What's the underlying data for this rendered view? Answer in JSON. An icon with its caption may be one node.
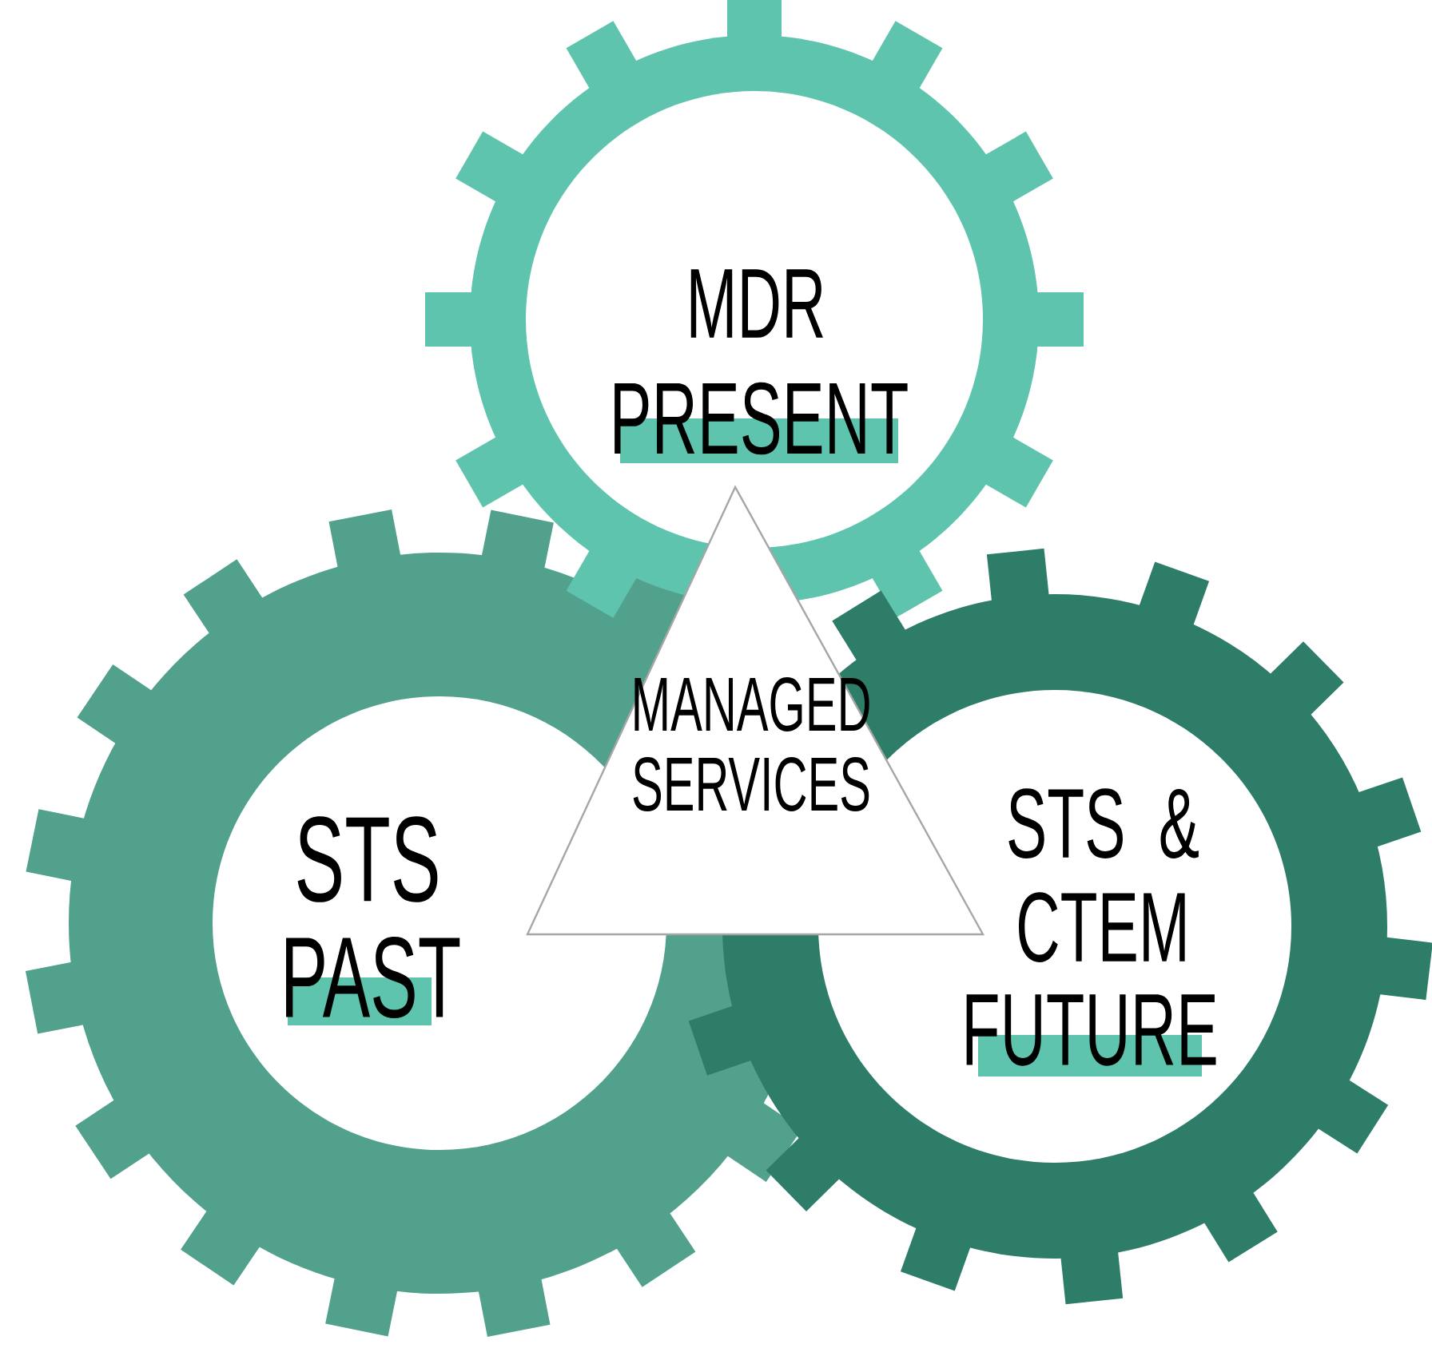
{
  "diagram": {
    "nodes": [
      {
        "text": [
          "MDR",
          "PRESENT"
        ]
      },
      {
        "text": [
          "MANAGED SERVICES"
        ]
      },
      {
        "text": [
          "STS",
          "PAST"
        ]
      },
      {
        "text": [
          "STS & CTEM",
          "FUTURE"
        ]
      }
    ]
  }
}
